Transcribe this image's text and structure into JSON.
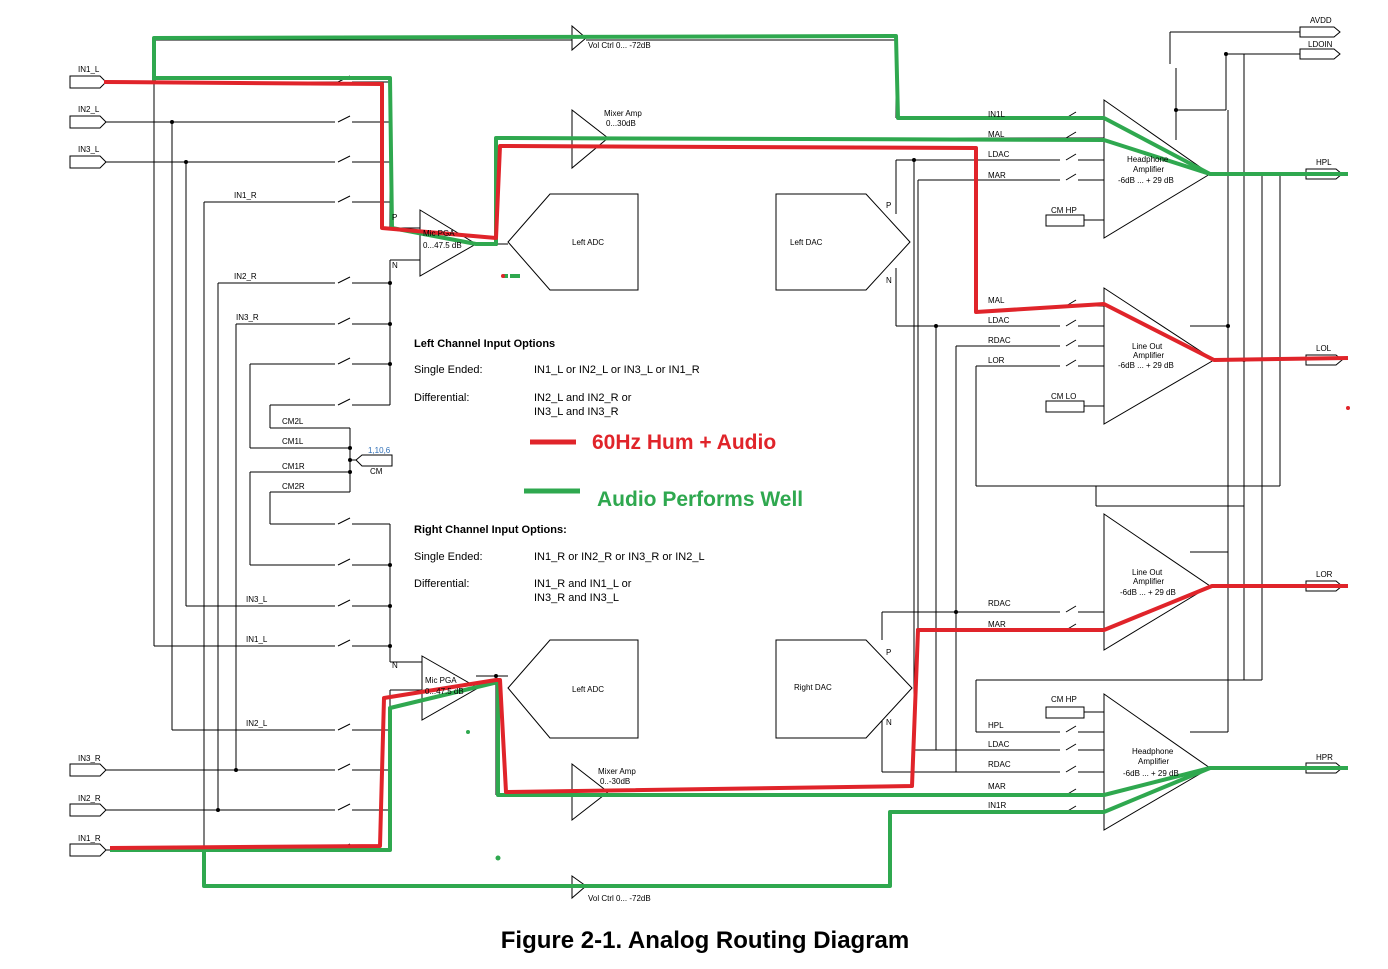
{
  "inputs_left": {
    "in1_l": "IN1_L",
    "in2_l": "IN2_L",
    "in3_l": "IN3_L",
    "in3_r": "IN3_R",
    "in2_r": "IN2_R",
    "in1_r": "IN1_R"
  },
  "bus_labels": {
    "in1_r_top": "IN1_R",
    "in2_r_top": "IN2_R",
    "in3_r_top": "IN3_R",
    "cm2l": "CM2L",
    "cm1l": "CM1L",
    "cm1r": "CM1R",
    "cm2r": "CM2R",
    "cm": "CM",
    "cm_ref": "1,10,6",
    "in3_l_bot": "IN3_L",
    "in1_l_bot": "IN1_L",
    "in2_l_bot": "IN2_L"
  },
  "blocks": {
    "vol_ctrl_top": "Vol Ctrl 0... -72dB",
    "vol_ctrl_bot": "Vol Ctrl 0... -72dB",
    "mixer_amp_top": "Mixer Amp",
    "mixer_amp_top_gain": "0...30dB",
    "mixer_amp_bot": "Mixer Amp",
    "mixer_amp_bot_gain": "0..-30dB",
    "mic_pga_top": "Mic PGA",
    "mic_pga_top_gain": "0...47.5 dB",
    "mic_pga_bot": "Mic PGA",
    "mic_pga_bot_gain": "0...47.5 dB",
    "left_adc_top": "Left ADC",
    "left_adc_bot": "Left ADC",
    "left_dac": "Left DAC",
    "right_dac": "Right DAC",
    "pga_p": "P",
    "pga_n": "N",
    "dac_p": "P",
    "dac_n": "N",
    "hp_amp_top": "Headphone",
    "hp_amp_top_2": "Amplifier",
    "hp_amp_top_gain": "-6dB ... + 29 dB",
    "lo_amp_left": "Line Out",
    "lo_amp_left_2": "Amplifier",
    "lo_amp_left_gain": "-6dB ... + 29 dB",
    "lo_amp_right": "Line Out",
    "lo_amp_right_2": "Amplifier",
    "lo_amp_right_gain": "-6dB ... + 29 dB",
    "hp_amp_bot": "Headphone",
    "hp_amp_bot_2": "Amplifier",
    "hp_amp_bot_gain": "-6dB ... + 29 dB"
  },
  "output_mixer_labels": {
    "in1l": "IN1L",
    "mal_top": "MAL",
    "ldac_top": "LDAC",
    "mar_top": "MAR",
    "cm_hp_top": "CM HP",
    "mal_lol": "MAL",
    "ldac_lol": "LDAC",
    "rdac_lol": "RDAC",
    "lor_in": "LOR",
    "cm_lo": "CM LO",
    "rdac_lor": "RDAC",
    "mar_lor": "MAR",
    "cm_hp_bot": "CM HP",
    "hpl_in": "HPL",
    "ldac_bot": "LDAC",
    "rdac_bot": "RDAC",
    "mar_bot": "MAR",
    "in1r": "IN1R"
  },
  "supplies": {
    "avdd": "AVDD",
    "ldoin": "LDOIN"
  },
  "outputs": {
    "hpl": "HPL",
    "lol": "LOL",
    "lor": "LOR",
    "hpr": "HPR"
  },
  "left_options": {
    "heading": "Left Channel Input Options",
    "single_label": "Single Ended:",
    "single_value": "IN1_L  or  IN2_L  or  IN3_L  or  IN1_R",
    "diff_label": "Differential:",
    "diff_line1": "IN2_L and  IN2_R  or",
    "diff_line2": "IN3_L and  IN3_R"
  },
  "right_options": {
    "heading": "Right Channel Input Options:",
    "single_label": "Single Ended:",
    "single_value": "IN1_R  or  IN2_R  or  IN3_R  or  IN2_L",
    "diff_label": "Differential:",
    "diff_line1": "IN1_R and  IN1_L   or",
    "diff_line2": "IN3_R and  IN3_L"
  },
  "legend": {
    "red_label": "60Hz Hum + Audio",
    "green_label": "Audio Performs Well",
    "red_color": "#e0242a",
    "green_color": "#2fa84f"
  },
  "caption": "Figure 2-1. Analog Routing Diagram"
}
